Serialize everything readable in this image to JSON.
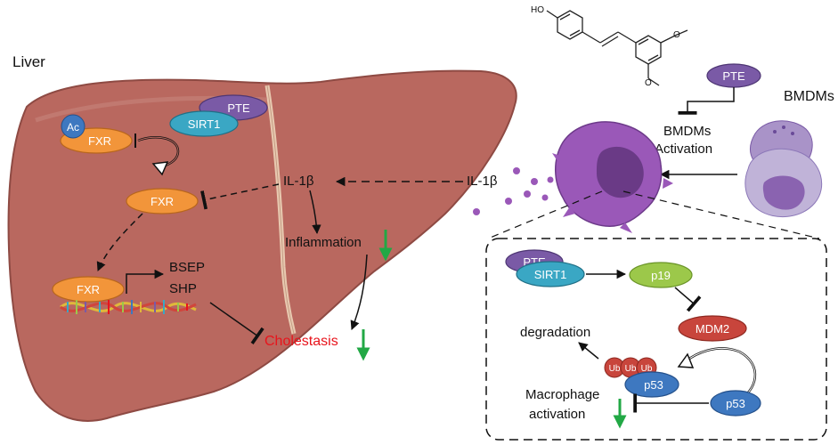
{
  "labels": {
    "liver": "Liver",
    "bmdms": "BMDMs",
    "activation_line1": "BMDMs",
    "activation_line2": "Activation",
    "il1b_liver": "IL-1β",
    "il1b_macrophage": "IL-1β",
    "inflammation": "Inflammation",
    "cholestasis": "Cholestasis",
    "bsep": "BSEP",
    "shp": "SHP",
    "degradation": "degradation",
    "macrophage_line1": "Macrophage",
    "macrophage_line2": "activation"
  },
  "molecules": {
    "ac": "Ac",
    "fxr_acetylated": "FXR",
    "fxr_deacetylated": "FXR",
    "fxr_dna": "FXR",
    "pte_liver": "PTE",
    "sirt1_liver": "SIRT1",
    "pte_top": "PTE",
    "pte_inset": "PTE",
    "sirt1_inset": "SIRT1",
    "p19": "p19",
    "mdm2": "MDM2",
    "p53_bound": "p53",
    "p53_free": "p53",
    "ub1": "Ub",
    "ub2": "Ub",
    "ub3": "Ub",
    "structure_oh": "HO"
  },
  "colors": {
    "liver": "#b9685f",
    "liver_dark": "#8e4a43",
    "fxr": "#f2953a",
    "pte": "#7a5aa6",
    "sirt1": "#3aa7c4",
    "p19": "#9cc84a",
    "mdm2": "#c8453c",
    "p53": "#3e78c0",
    "macrophage": "#9a58b8",
    "cholestasis_text": "#e8141c",
    "down_arrow": "#22a845"
  }
}
